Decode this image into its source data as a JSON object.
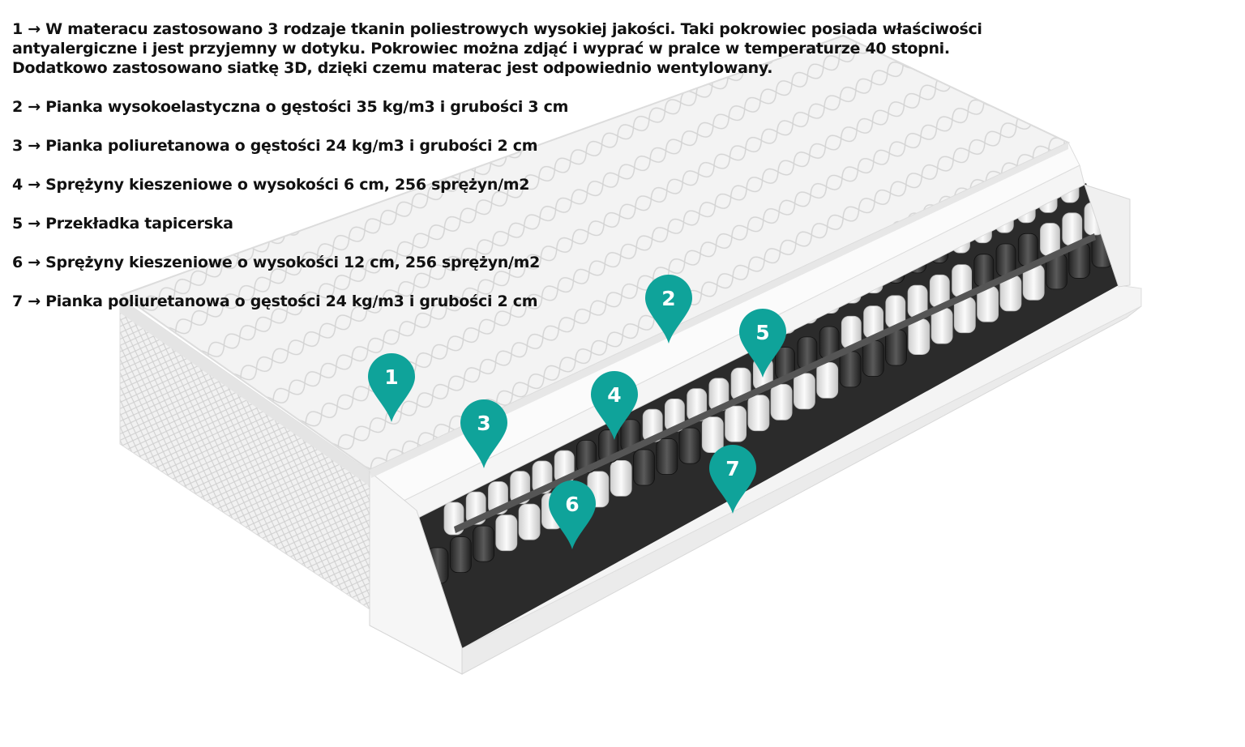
{
  "legend": {
    "item1_line1": "1 → W materacu zastosowano 3 rodzaje tkanin poliestrowych wysokiej jakości. Taki pokrowiec posiada właściwości",
    "item1_line2": "antyalergiczne i jest przyjemny w dotyku. Pokrowiec można zdjąć i wyprać w pralce w temperaturze 40 stopni.",
    "item1_line3": "Dodatkowo zastosowano siatkę 3D, dzięki czemu materac jest odpowiednio wentylowany.",
    "item2": "2 → Pianka wysokoelastyczna o gęstości 35 kg/m3 i grubości 3 cm",
    "item3": "3 → Pianka poliuretanowa o gęstości 24 kg/m3 i grubości 2 cm",
    "item4": "4 → Sprężyny kieszeniowe o wysokości 6 cm, 256 sprężyn/m2",
    "item5": "5 → Przekładka tapicerska",
    "item6": "6 → Sprężyny kieszeniowe o wysokości 12 cm, 256 sprężyn/m2",
    "item7": "7 → Pianka poliuretanowa o gęstości 24 kg/m3 i grubości 2 cm"
  },
  "markers": [
    "1",
    "2",
    "3",
    "4",
    "5",
    "6",
    "7"
  ],
  "colors": {
    "marker": "#0fa39a",
    "text": "#111111",
    "cover": "#f2f2f2",
    "spring_light": "#e8e8e8",
    "spring_dark": "#3a3a3a"
  }
}
